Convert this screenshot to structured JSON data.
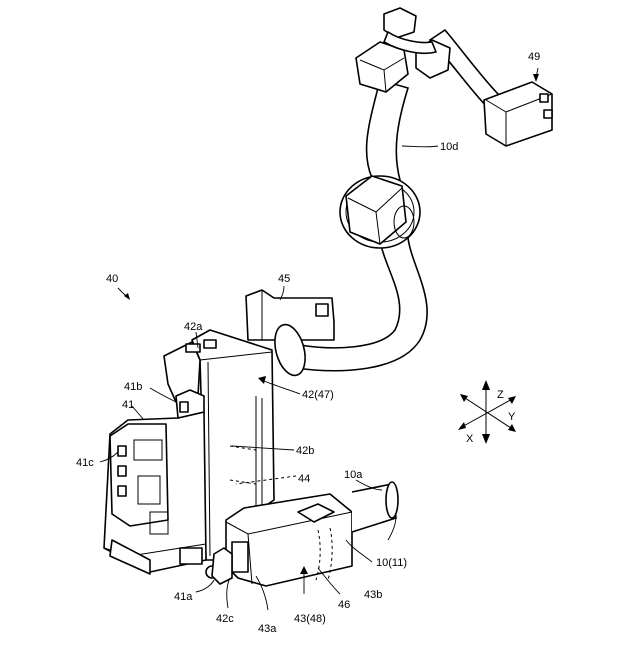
{
  "labels": {
    "assembly": "40",
    "holder": "41",
    "holder_b": "41b",
    "holder_c": "41c",
    "holder_a": "41a",
    "cover_a": "42a",
    "cover": "42(47)",
    "cover_b": "42b",
    "cover_c": "42c",
    "dashed_44": "44",
    "clip_45": "45",
    "connector_a": "43a",
    "connector": "43(48)",
    "connector_b": "43b",
    "part_46": "46",
    "cable_a": "10a",
    "cable": "10(11)",
    "harness_d": "10d",
    "terminal": "49"
  },
  "axes": {
    "z": "Z",
    "y": "Y",
    "x": "X"
  }
}
